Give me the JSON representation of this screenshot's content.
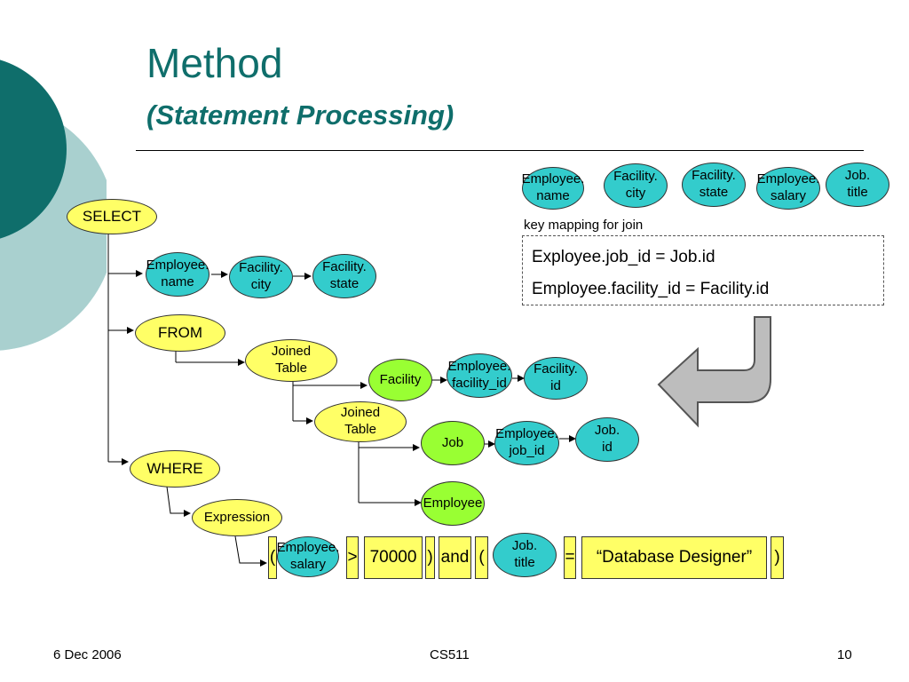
{
  "slide": {
    "title": "Method",
    "subtitle": "(Statement Processing)",
    "colors": {
      "title": "#0f6e6b",
      "deco_dark": "#0f6e6b",
      "deco_light": "#a9d0cf",
      "node_yellow": "#ffff66",
      "node_teal": "#33cccc",
      "node_green": "#99ff33"
    }
  },
  "result_columns": [
    "Employee.\nname",
    "Facility.\ncity",
    "Facility.\nstate",
    "Employee.\nsalary",
    "Job.\ntitle"
  ],
  "key_mapping": {
    "label": "key mapping for join",
    "lines": [
      "Exployee.job_id = Job.id",
      "Employee.facility_id = Facility.id"
    ]
  },
  "tree": {
    "select": "SELECT",
    "select_cols": [
      "Employee.\nname",
      "Facility.\ncity",
      "Facility.\nstate"
    ],
    "from": "FROM",
    "joined_table_1": "Joined\nTable",
    "facility": "Facility",
    "facility_key": "Employee.\nfacility_id",
    "facility_id": "Facility.\nid",
    "joined_table_2": "Joined\nTable",
    "job": "Job",
    "job_key": "Employee.\njob_id",
    "job_id": "Job.\nid",
    "employee": "Employee",
    "where": "WHERE",
    "expression": "Expression"
  },
  "expression_tokens": {
    "open1": "(",
    "salary": "Employee.\nsalary",
    "gt": ">",
    "value": "70000",
    "close1": ")",
    "and": "and",
    "open2": "(",
    "title": "Job.\ntitle",
    "eq": "=",
    "string": "“Database Designer”",
    "close2": ")"
  },
  "footer": {
    "date": "6 Dec 2006",
    "course": "CS511",
    "page": "10"
  }
}
